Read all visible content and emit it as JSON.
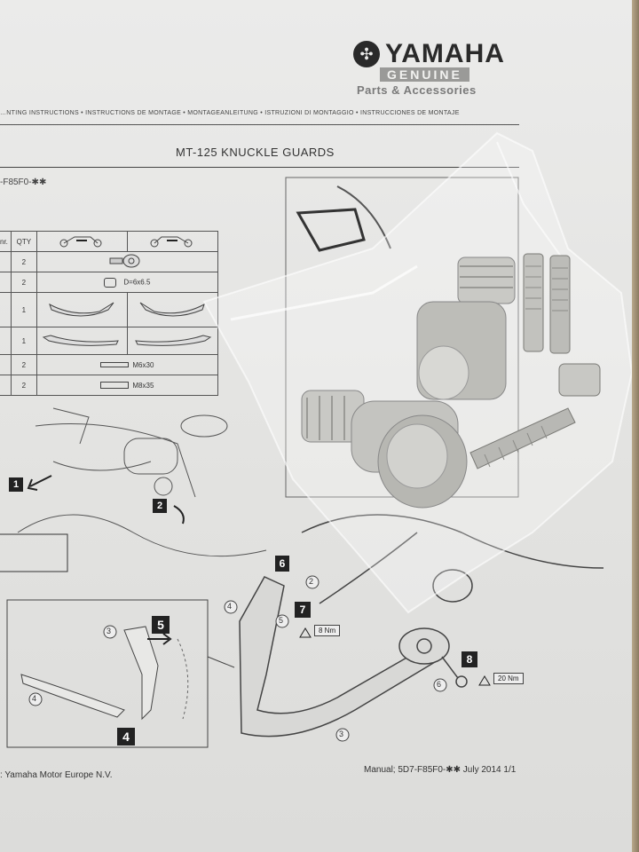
{
  "brand": {
    "name": "YAMAHA",
    "genuine": "GENUINE",
    "tagline": "Parts & Accessories"
  },
  "instructions_header": "…NTING INSTRUCTIONS • INSTRUCTIONS DE MONTAGE • MONTAGEANLEITUNG • ISTRUZIONI DI MONTAGGIO • INSTRUCCIONES DE MONTAJE",
  "doc_title": "MT-125 KNUCKLE GUARDS",
  "part_number": "-F85F0-✱✱",
  "parts_table": {
    "headers": [
      "nr.",
      "QTY"
    ],
    "rows": [
      {
        "qty": "2",
        "note": ""
      },
      {
        "qty": "2",
        "note": "D=6x6.5"
      },
      {
        "qty": "1",
        "note": ""
      },
      {
        "qty": "1",
        "note": ""
      },
      {
        "qty": "2",
        "note": "M6x30"
      },
      {
        "qty": "2",
        "note": "M8x35"
      }
    ]
  },
  "steps": {
    "s1": "1",
    "s2": "2",
    "s4": "4",
    "s5": "5",
    "s6": "6",
    "s7": "7",
    "s8": "8"
  },
  "callouts": {
    "c2": "2",
    "c3": "3",
    "c4": "4",
    "c5": "5",
    "c6": "6"
  },
  "torque": {
    "small": "8 Nm",
    "large": "20 Nm"
  },
  "footer": {
    "left": ": Yamaha Motor Europe N.V.",
    "right": "Manual; 5D7-F85F0-✱✱  July 2014 1/1"
  },
  "colors": {
    "paper": "#e8e8e6",
    "ink": "#333333",
    "metal": "#b8b8b4"
  }
}
